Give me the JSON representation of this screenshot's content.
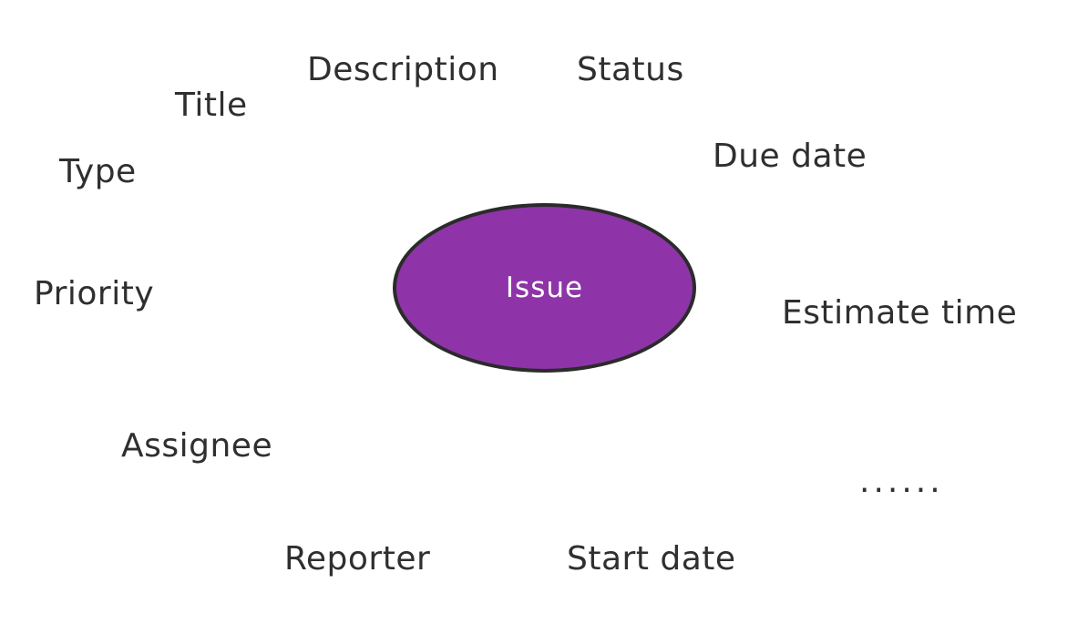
{
  "diagram": {
    "center_node": {
      "label": "Issue",
      "fill_color": "#8e34a8",
      "border_color": "#2b2b2b",
      "text_color": "#ffffff"
    },
    "label_color": "#2f2f2f",
    "background_color": "#ffffff",
    "labels": [
      {
        "id": "description",
        "text": "Description"
      },
      {
        "id": "status",
        "text": "Status"
      },
      {
        "id": "title",
        "text": "Title"
      },
      {
        "id": "type",
        "text": "Type"
      },
      {
        "id": "due-date",
        "text": "Due date"
      },
      {
        "id": "priority",
        "text": "Priority"
      },
      {
        "id": "estimate-time",
        "text": "Estimate time"
      },
      {
        "id": "assignee",
        "text": "Assignee"
      },
      {
        "id": "ellipsis",
        "text": "......"
      },
      {
        "id": "reporter",
        "text": "Reporter"
      },
      {
        "id": "start-date",
        "text": "Start date"
      }
    ]
  }
}
